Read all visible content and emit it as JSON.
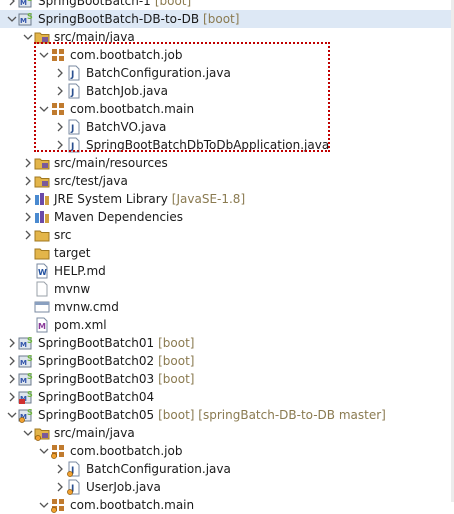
{
  "tree": [
    {
      "depth": 0,
      "icon": "boot-project",
      "label": "SpringBootBatch-1",
      "decoration": "[boot]",
      "twisty": "right",
      "clipped": true
    },
    {
      "depth": 0,
      "icon": "boot-project",
      "label": "SpringBootBatch-DB-to-DB",
      "decoration": "[boot]",
      "twisty": "down",
      "selected": true
    },
    {
      "depth": 1,
      "icon": "source-folder",
      "label": "src/main/java",
      "twisty": "down"
    },
    {
      "depth": 2,
      "icon": "package",
      "label": "com.bootbatch.job",
      "twisty": "down"
    },
    {
      "depth": 3,
      "icon": "java-file",
      "label": "BatchConfiguration.java",
      "twisty": "right"
    },
    {
      "depth": 3,
      "icon": "java-file",
      "label": "BatchJob.java",
      "twisty": "right"
    },
    {
      "depth": 2,
      "icon": "package",
      "label": "com.bootbatch.main",
      "twisty": "down"
    },
    {
      "depth": 3,
      "icon": "java-file",
      "label": "BatchVO.java",
      "twisty": "right"
    },
    {
      "depth": 3,
      "icon": "java-file",
      "label": "SpringBootBatchDbToDbApplication.java",
      "twisty": "right"
    },
    {
      "depth": 1,
      "icon": "source-folder",
      "label": "src/main/resources",
      "twisty": "right"
    },
    {
      "depth": 1,
      "icon": "source-folder",
      "label": "src/test/java",
      "twisty": "right"
    },
    {
      "depth": 1,
      "icon": "library",
      "label": "JRE System Library",
      "decoration": "[JavaSE-1.8]",
      "twisty": "right"
    },
    {
      "depth": 1,
      "icon": "library",
      "label": "Maven Dependencies",
      "twisty": "right"
    },
    {
      "depth": 1,
      "icon": "folder",
      "label": "src",
      "twisty": "right"
    },
    {
      "depth": 1,
      "icon": "folder",
      "label": "target",
      "twisty": "none"
    },
    {
      "depth": 1,
      "icon": "md-file",
      "label": "HELP.md",
      "twisty": "none"
    },
    {
      "depth": 1,
      "icon": "plain-file",
      "label": "mvnw",
      "twisty": "none"
    },
    {
      "depth": 1,
      "icon": "cmd-file",
      "label": "mvnw.cmd",
      "twisty": "none"
    },
    {
      "depth": 1,
      "icon": "xml-file",
      "label": "pom.xml",
      "twisty": "none"
    },
    {
      "depth": 0,
      "icon": "boot-project",
      "label": "SpringBootBatch01",
      "decoration": "[boot]",
      "twisty": "right"
    },
    {
      "depth": 0,
      "icon": "boot-project",
      "label": "SpringBootBatch02",
      "decoration": "[boot]",
      "twisty": "right"
    },
    {
      "depth": 0,
      "icon": "boot-project",
      "label": "SpringBootBatch03",
      "decoration": "[boot]",
      "twisty": "right"
    },
    {
      "depth": 0,
      "icon": "boot-project-error",
      "label": "SpringBootBatch04",
      "twisty": "right"
    },
    {
      "depth": 0,
      "icon": "boot-project-git",
      "label": "SpringBootBatch05",
      "decoration": "[boot] [springBatch-DB-to-DB master]",
      "twisty": "down"
    },
    {
      "depth": 1,
      "icon": "source-folder-git",
      "label": "src/main/java",
      "twisty": "down"
    },
    {
      "depth": 2,
      "icon": "package-git",
      "label": "com.bootbatch.job",
      "twisty": "down"
    },
    {
      "depth": 3,
      "icon": "java-file-git",
      "label": "BatchConfiguration.java",
      "twisty": "right"
    },
    {
      "depth": 3,
      "icon": "java-file-git",
      "label": "UserJob.java",
      "twisty": "right"
    },
    {
      "depth": 2,
      "icon": "package-git",
      "label": "com.bootbatch.main",
      "twisty": "down",
      "clipped": true
    }
  ],
  "colors": {
    "selection": "#dde8f5",
    "decoration": "#8a7a50",
    "highlight_border": "#c00000",
    "folder": "#e3b54a",
    "package": "#c07b2f",
    "java_j": "#2a4f8f",
    "library": "#6b4aa8",
    "spring": "#6db33f"
  }
}
